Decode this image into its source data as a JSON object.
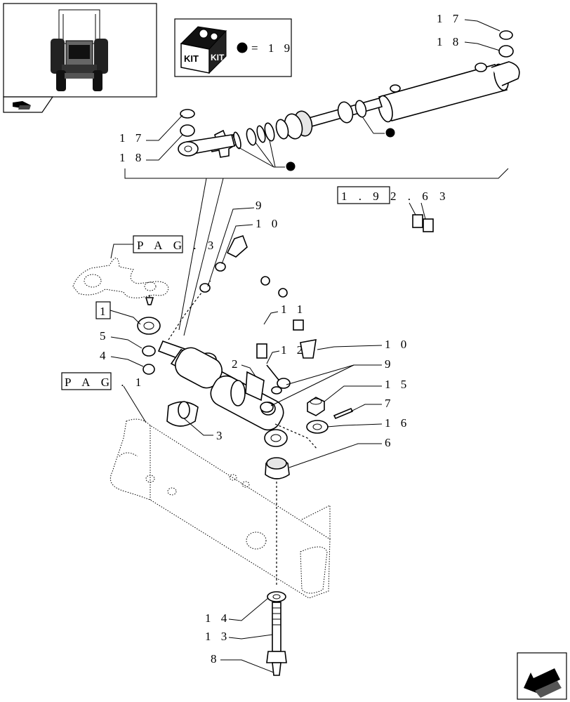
{
  "kit": {
    "badge_text": "KIT",
    "legend_equals": "= 1 9"
  },
  "references": {
    "ref_1_92_63": "1 . 9 2 . 6 3",
    "pag_3": "P A G . 3",
    "pag_1": "P A G . 1",
    "boxed_1": "1"
  },
  "callouts": [
    {
      "id": "17-top",
      "text": "1 7"
    },
    {
      "id": "18-top",
      "text": "1 8"
    },
    {
      "id": "17-left",
      "text": "1 7"
    },
    {
      "id": "18-left",
      "text": "1 8"
    },
    {
      "id": "9-top",
      "text": "9"
    },
    {
      "id": "10-top",
      "text": "1 0"
    },
    {
      "id": "11",
      "text": "1 1"
    },
    {
      "id": "12",
      "text": "1 2"
    },
    {
      "id": "10-right",
      "text": "1 0"
    },
    {
      "id": "9-right",
      "text": "9"
    },
    {
      "id": "15",
      "text": "1 5"
    },
    {
      "id": "7",
      "text": "7"
    },
    {
      "id": "16",
      "text": "1 6"
    },
    {
      "id": "6",
      "text": "6"
    },
    {
      "id": "2",
      "text": "2"
    },
    {
      "id": "3",
      "text": "3"
    },
    {
      "id": "5",
      "text": "5"
    },
    {
      "id": "4",
      "text": "4"
    },
    {
      "id": "14",
      "text": "1 4"
    },
    {
      "id": "13",
      "text": "1 3"
    },
    {
      "id": "8",
      "text": "8"
    }
  ],
  "icons": {
    "thumbnail": "tractor-front-thumbnail",
    "corner_tab": "part-tab-icon",
    "kit": "kit-box-icon",
    "legend_dot": "filled-dot-marker",
    "nav": "next-page-arrow-icon"
  }
}
